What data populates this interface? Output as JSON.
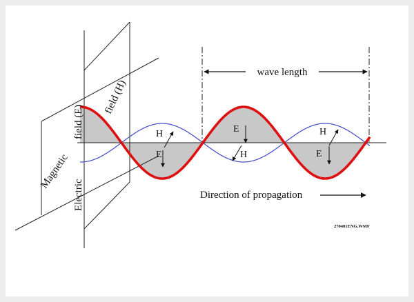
{
  "labels": {
    "wave_length": "wave length",
    "magnetic": "Magnetic",
    "field_e": "field (E)",
    "field_h": "field (H)",
    "electric": "Electric",
    "direction": "Direction of propagation",
    "code": "270401ENG.WMF",
    "h_markers": [
      "H",
      "H",
      "H"
    ],
    "e_markers": [
      "E",
      "E",
      "E"
    ]
  },
  "colors": {
    "electric_wave": "#dd0f0f",
    "magnetic_wave": "#4a55c8",
    "shading": "#c8c8c8",
    "lines": "#222222"
  }
}
